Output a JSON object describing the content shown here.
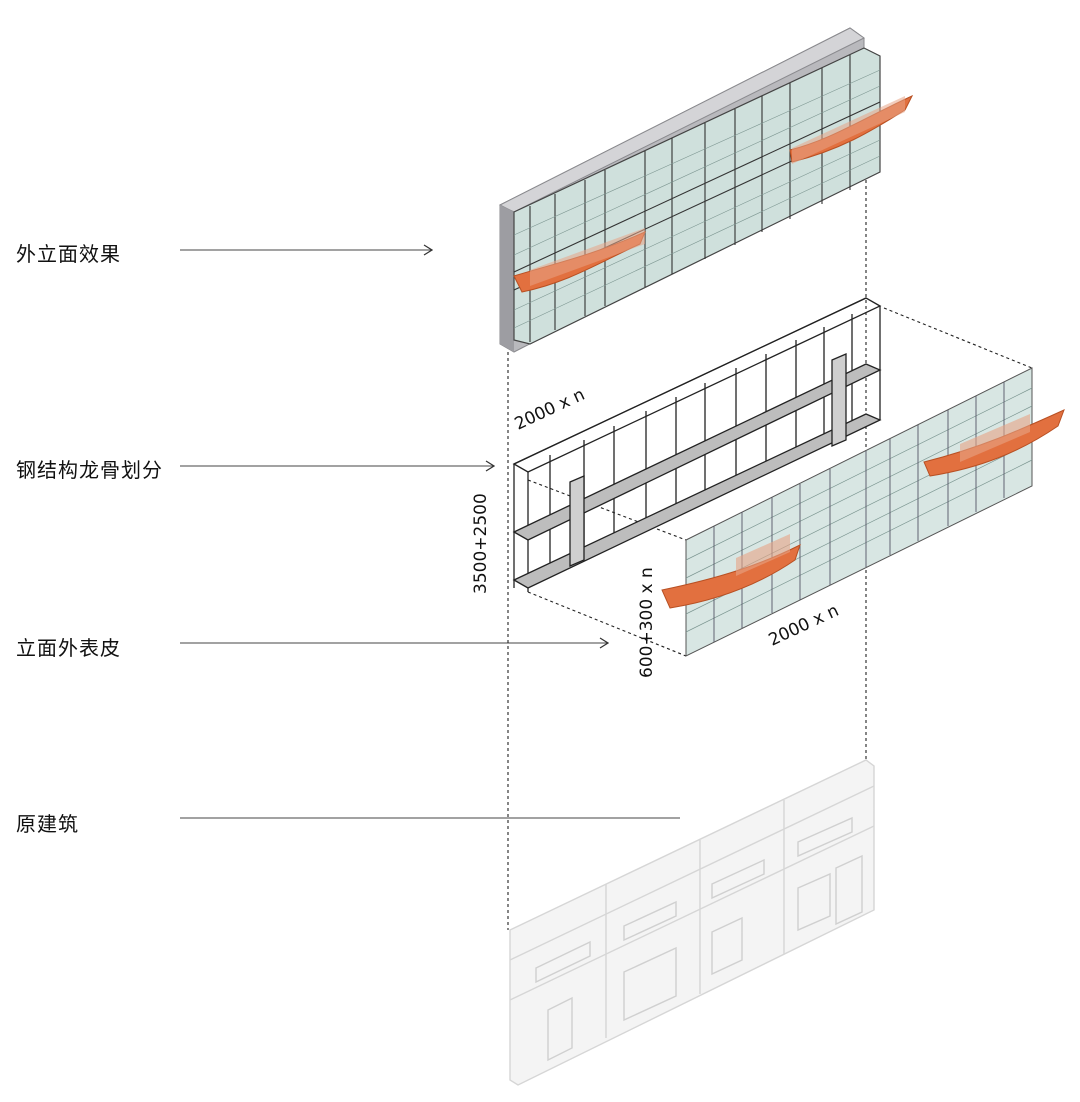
{
  "labels": {
    "facade_effect": "外立面效果",
    "steel_frame": "钢结构龙骨划分",
    "outer_skin": "立面外表皮",
    "original_building": "原建筑"
  },
  "dimensions": {
    "frame_width": "2000  x  n",
    "frame_height": "3500+2500",
    "skin_height": "600+300  x  n",
    "skin_width": "2000  x  n"
  },
  "colors": {
    "accent_orange": "#e2703f",
    "glass": "#c9dcd8",
    "frame_line": "#2a2a2a",
    "ghost_building": "#e6e6e6"
  }
}
